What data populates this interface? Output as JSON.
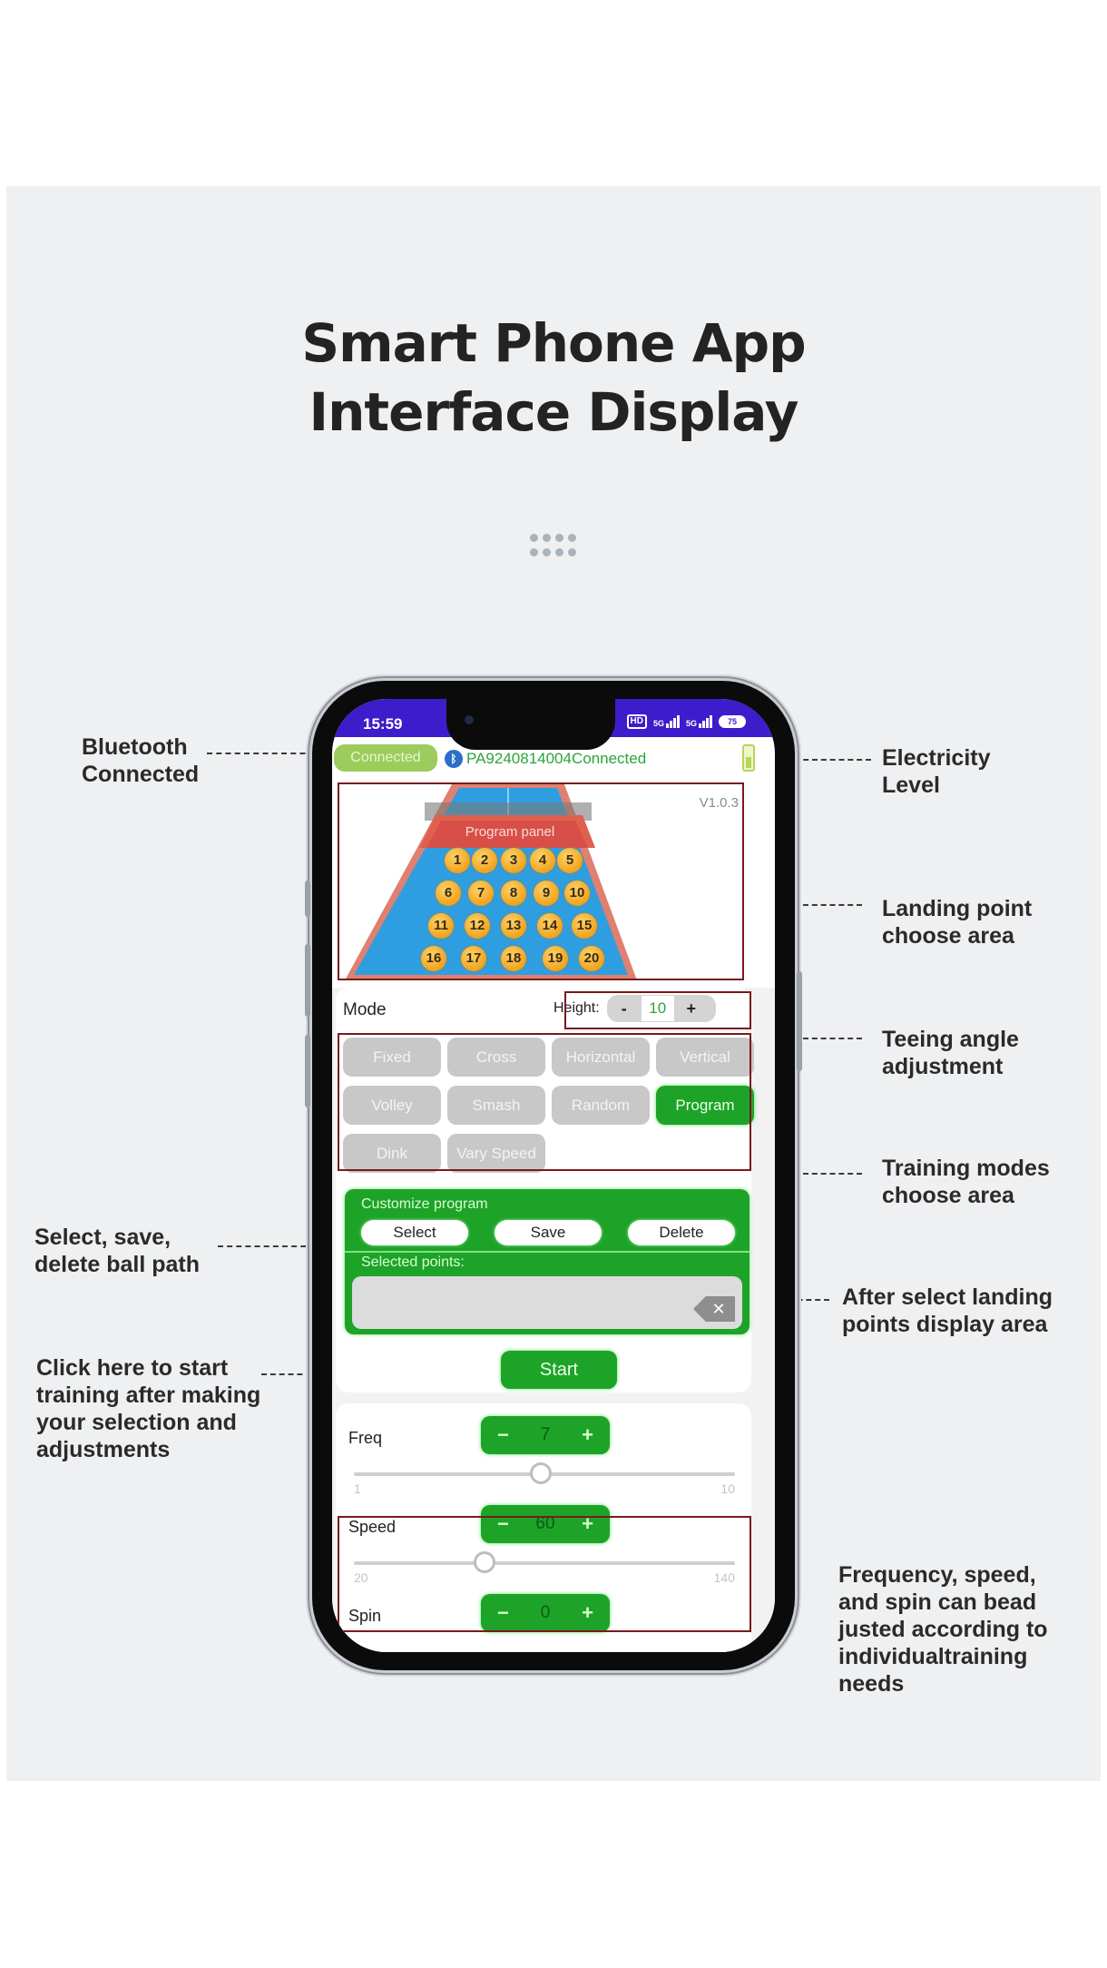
{
  "page": {
    "title_line1": "Smart Phone App",
    "title_line2": "Interface Display"
  },
  "callouts": {
    "bluetooth": [
      "Bluetooth",
      "Connected"
    ],
    "electricity": [
      "Electricity",
      "Level"
    ],
    "landing": [
      "Landing point",
      "choose area"
    ],
    "teeing": [
      "Teeing angle",
      "adjustment"
    ],
    "training_modes": [
      "Training modes",
      "choose area"
    ],
    "select_save": [
      "Select,  save,",
      "delete ball path"
    ],
    "after_select": [
      "After select landing",
      "points display area"
    ],
    "start_hint": [
      "Click here to start",
      "training after making",
      "your selection and",
      "adjustments"
    ],
    "freq_speed_spin": [
      "Frequency, speed,",
      "and spin can bead",
      "justed according to",
      "individualtraining",
      "needs"
    ]
  },
  "app": {
    "status_bar": {
      "time": "15:59",
      "hd": "HD",
      "net1": "5G",
      "net2": "5G",
      "battery": "75"
    },
    "connection": {
      "status_pill": "Connected",
      "bluetooth_glyph": "ʙ",
      "device_name": "PA9240814004Connected"
    },
    "court": {
      "version": "V1.0.3",
      "panel_label": "Program panel",
      "points": [
        "1",
        "2",
        "3",
        "4",
        "5",
        "6",
        "7",
        "8",
        "9",
        "10",
        "11",
        "12",
        "13",
        "14",
        "15",
        "16",
        "17",
        "18",
        "19",
        "20"
      ]
    },
    "mode": {
      "label": "Mode",
      "height_label": "Height:",
      "height_minus": "-",
      "height_value": "10",
      "height_plus": "+",
      "options": [
        "Fixed",
        "Cross",
        "Horizontal",
        "Vertical",
        "Volley",
        "Smash",
        "Random",
        "Program",
        "Dink",
        "Vary Speed"
      ],
      "selected": "Program"
    },
    "customize": {
      "title": "Customize program",
      "select": "Select",
      "save": "Save",
      "delete": "Delete",
      "selected_points_label": "Selected points:",
      "selected_points_value": "",
      "clear_glyph": "✕"
    },
    "start_label": "Start",
    "params": {
      "freq": {
        "label": "Freq",
        "minus": "−",
        "value": "7",
        "plus": "+",
        "min": "1",
        "max": "10"
      },
      "speed": {
        "label": "Speed",
        "minus": "−",
        "value": "60",
        "plus": "+",
        "min": "20",
        "max": "140"
      },
      "spin": {
        "label": "Spin",
        "minus": "−",
        "value": "0",
        "plus": "+"
      }
    }
  },
  "colors": {
    "accent_green": "#1ea329",
    "status_bar": "#3d1ccc",
    "court_blue": "#2f9ee0",
    "court_red": "#e06a5a",
    "highlight_box": "#7a1a1a"
  }
}
